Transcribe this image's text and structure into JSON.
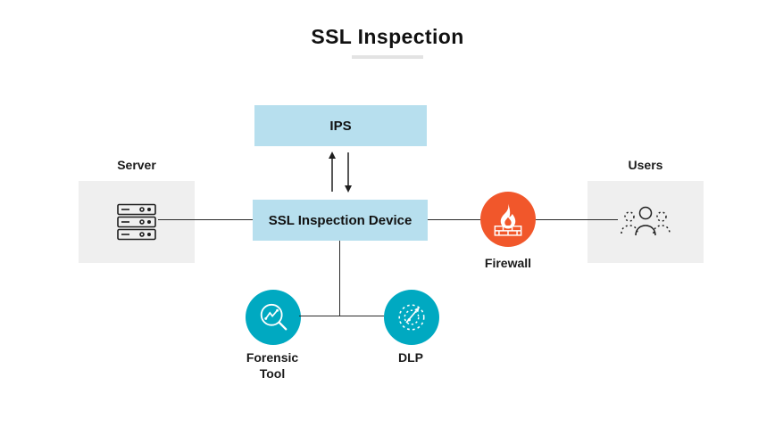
{
  "title": "SSL Inspection",
  "colors": {
    "node_blue": "#b7dfee",
    "panel_gray": "#efefef",
    "firewall_orange": "#f1572b",
    "tool_teal": "#00a9c1",
    "line": "#2b2b2b",
    "title_underline": "#e3e3e3"
  },
  "nodes": {
    "ips": {
      "label": "IPS"
    },
    "ssl_device": {
      "label": "SSL Inspection Device"
    },
    "server": {
      "label": "Server",
      "icon": "server-rack-icon"
    },
    "users": {
      "label": "Users",
      "icon": "user-group-icon"
    },
    "firewall": {
      "label": "Firewall",
      "icon": "flame-brick-wall-icon"
    },
    "forensic_tool": {
      "label": "Forensic Tool",
      "icon": "magnifier-chart-icon"
    },
    "dlp": {
      "label": "DLP",
      "icon": "radar-scan-icon"
    }
  },
  "connectors": {
    "ips_ssl": "bidirectional-arrows",
    "server_ssl": "line",
    "ssl_firewall": "line",
    "firewall_users": "line",
    "ssl_bottom": "line",
    "forensic_dlp": "line"
  }
}
